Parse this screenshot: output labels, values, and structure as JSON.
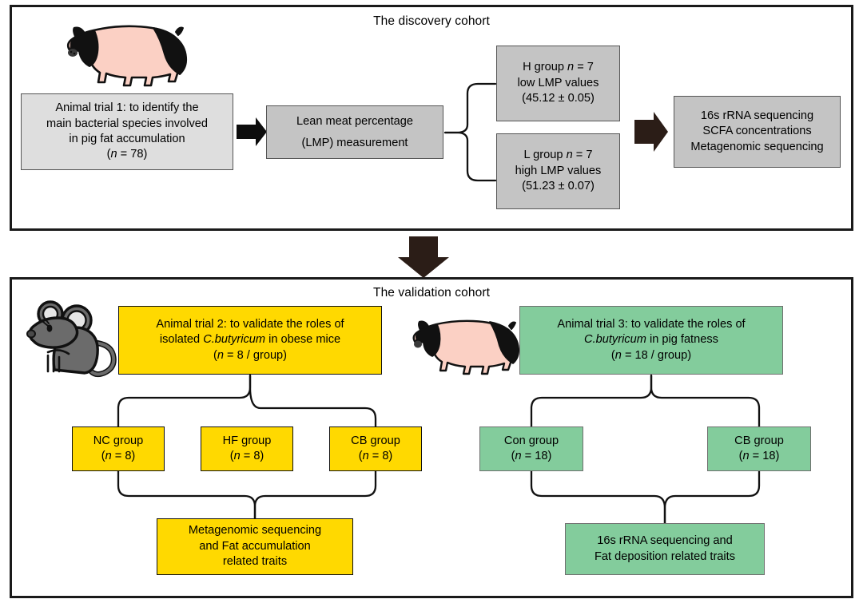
{
  "figure": {
    "colors": {
      "yellow": "#ffd900",
      "green": "#83cc9c",
      "gray_light": "#dedede",
      "gray_dark": "#c4c4c4",
      "arrow_dark": "#2b1d17",
      "pig_body": "#fbd0c4",
      "mouse_body": "#6b6b6b"
    }
  },
  "discovery": {
    "title": "The discovery cohort",
    "trial1": {
      "line1": "Animal trial 1: to identify the",
      "line2": "main bacterial species involved",
      "line3": "in pig fat accumulation",
      "line4_prefix": "(",
      "line4_italic": "n",
      "line4_suffix": " = 78)"
    },
    "lmp": {
      "line1": "Lean meat percentage",
      "line2": "(LMP) measurement"
    },
    "h_group": {
      "line1_prefix": "H group ",
      "line1_italic": "n",
      "line1_suffix": " = 7",
      "line2": "low LMP values",
      "line3": "(45.12 ± 0.05)"
    },
    "l_group": {
      "line1_prefix": "L group ",
      "line1_italic": "n",
      "line1_suffix": " = 7",
      "line2": "high LMP values",
      "line3": "(51.23 ± 0.07)"
    },
    "assays": {
      "line1": "16s rRNA sequencing",
      "line2": "SCFA concentrations",
      "line3": "Metagenomic sequencing"
    }
  },
  "validation": {
    "title": "The validation cohort",
    "trial2": {
      "line1": "Animal trial 2: to validate the roles of",
      "line2_prefix": "isolated ",
      "line2_italic": "C.butyricum",
      "line2_suffix": " in obese mice",
      "line3_prefix": "(",
      "line3_italic": "n",
      "line3_suffix": " = 8 / group)"
    },
    "trial3": {
      "line1": "Animal trial 3: to validate the roles of",
      "line2_italic": "C.butyricum",
      "line2_suffix": "  in pig fatness",
      "line3_prefix": "(",
      "line3_italic": "n",
      "line3_suffix": " = 18 / group)"
    },
    "mice_groups": [
      {
        "name": "NC group",
        "n_prefix": "(",
        "n_italic": "n",
        "n_suffix": " = 8)"
      },
      {
        "name": "HF group",
        "n_prefix": "(",
        "n_italic": "n",
        "n_suffix": " = 8)"
      },
      {
        "name": "CB group",
        "n_prefix": "(",
        "n_italic": "n",
        "n_suffix": " = 8)"
      }
    ],
    "pig_groups": [
      {
        "name": "Con group",
        "n_prefix": "(",
        "n_italic": "n",
        "n_suffix": " = 18)"
      },
      {
        "name": "CB group",
        "n_prefix": "(",
        "n_italic": "n",
        "n_suffix": " = 18)"
      }
    ],
    "mice_outcome": {
      "line1": "Metagenomic sequencing",
      "line2": "and Fat accumulation",
      "line3": "related traits"
    },
    "pig_outcome": {
      "line1": "16s rRNA sequencing and",
      "line2": "Fat deposition related traits"
    }
  },
  "icons": {
    "pig_top": "pig-illustration",
    "pig_bottom": "pig-illustration",
    "mouse": "mouse-illustration",
    "arrow_right_1": "arrow-right-icon",
    "arrow_right_2": "arrow-right-icon",
    "arrow_down": "arrow-down-icon"
  }
}
